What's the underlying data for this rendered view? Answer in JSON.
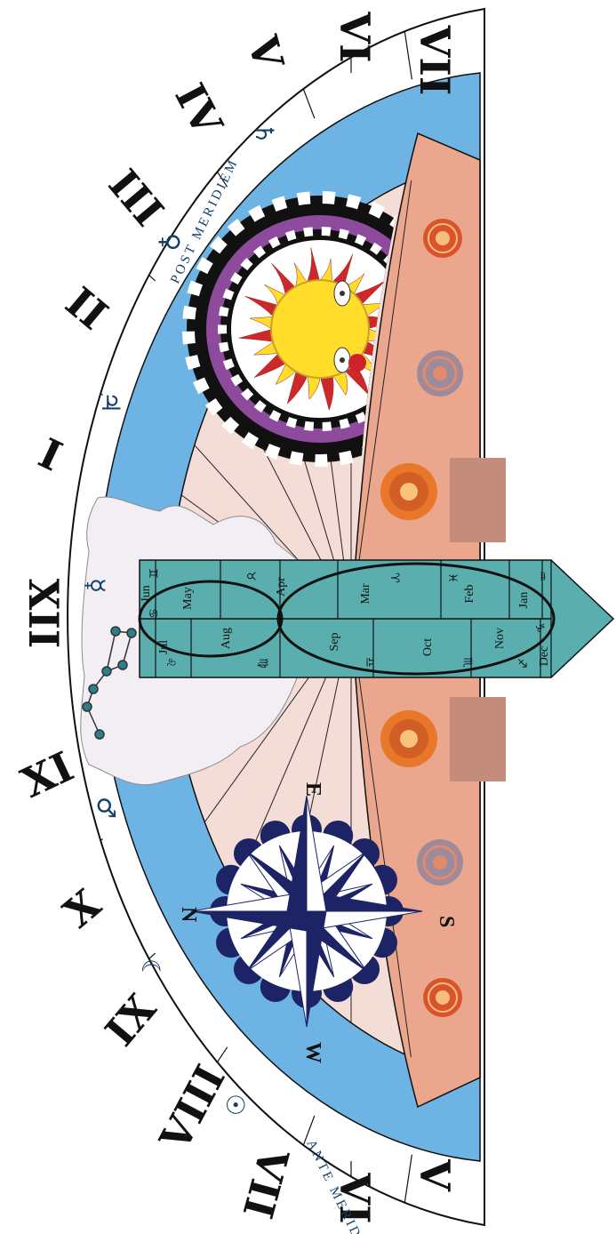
{
  "colors": {
    "dial_outer": "#ffffff",
    "band": "#6db3e3",
    "inner_field": "#f4ddd6",
    "lower_field": "#eba78e",
    "calendar": "#5aafae",
    "sun": "#ffdd2a",
    "ray_red": "#cc2a2a",
    "purple_ring": "#8e4a9d",
    "compass_blue": "#1d2466",
    "bear": "#f2eef3"
  },
  "hours_top": [
    "VII",
    "VI",
    "V",
    "IV",
    "III",
    "II",
    "I",
    "XII",
    "XI",
    "X",
    "IX",
    "VIII"
  ],
  "hours_bottom": [
    "VII",
    "VI",
    "V"
  ],
  "band_text": {
    "post_meridiem": "POST MERIDIEM",
    "ante_meridiem": "ANTE MERIDIEM"
  },
  "planets": {
    "saturn": "♄",
    "venus": "♀",
    "jupiter": "♃",
    "mercury": "☿",
    "mars": "♂",
    "moon": "☾",
    "sun": "☉"
  },
  "calendar": {
    "months_left": [
      "Jun",
      "May",
      "Apr",
      "Mar",
      "Feb",
      "Jan"
    ],
    "months_right": [
      "Jul",
      "Aug",
      "Sep",
      "Oct",
      "Nov",
      "Dec"
    ],
    "signs_left": [
      "♊",
      "♉",
      "♈",
      "♓",
      "♒"
    ],
    "signs_right": [
      "♌",
      "♍",
      "♎",
      "♏",
      "♐",
      "♑"
    ],
    "sign_cancer": "♋"
  },
  "compass": {
    "north": "N",
    "east": "E",
    "south": "S",
    "west": "W"
  },
  "icons": {
    "sun_face": "sun-face-icon",
    "compass_rose": "compass-rose-icon",
    "bear": "bear-silhouette-icon",
    "big_dipper": "big-dipper-constellation-icon",
    "rosette": "rosette-icon"
  }
}
